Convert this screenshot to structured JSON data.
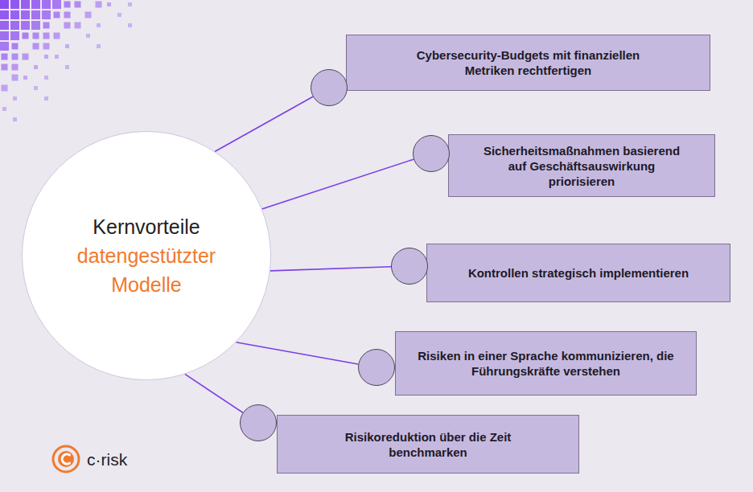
{
  "diagram": {
    "nodes": [
      {
        "text": [
          "Kernvorteile",
          "datengestützter Modelle"
        ]
      },
      {
        "text": [
          "Cybersecurity-Budgets mit finanziellen Metriken rechtfertigen"
        ]
      },
      {
        "text": [
          "Sicherheitsmaßnahmen basierend auf Geschäftsauswirkung priorisieren"
        ]
      },
      {
        "text": [
          "Kontrollen strategisch implementieren"
        ]
      },
      {
        "text": [
          "Risiken in einer Sprache kommunizieren, die Führungskräfte verstehen"
        ]
      },
      {
        "text": [
          "Risikoreduktion über die Zeit benchmarken"
        ]
      }
    ],
    "edges": [
      {
        "from": 0,
        "to": 1,
        "arrow": "none"
      },
      {
        "from": 0,
        "to": 2,
        "arrow": "none"
      },
      {
        "from": 0,
        "to": 3,
        "arrow": "none"
      },
      {
        "from": 0,
        "to": 4,
        "arrow": "none"
      },
      {
        "from": 0,
        "to": 5,
        "arrow": "none"
      }
    ],
    "labels": [
      "c·risk"
    ]
  }
}
